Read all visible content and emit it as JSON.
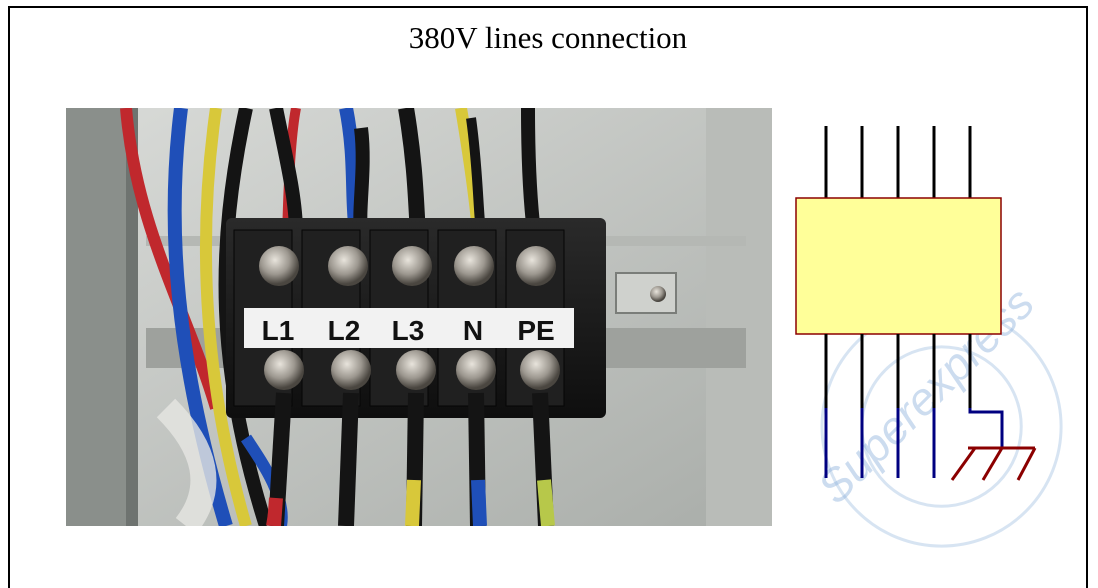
{
  "title": "380V lines connection",
  "terminal_block": {
    "labels": [
      "L1",
      "L2",
      "L3",
      "N",
      "PE"
    ]
  },
  "watermark": {
    "text": "Superexpress",
    "color": "#8fb3dc"
  },
  "colors": {
    "schematic_box_fill": "#ffff99",
    "schematic_box_border": "#8b0000",
    "lower_wire": "#000080",
    "ground_symbol": "#8b0000",
    "wire_red": "#c0282d",
    "wire_blue": "#1f4fb8",
    "wire_yellow": "#d8c83a",
    "wire_black": "#141414",
    "terminal_block": "#1a1a1a",
    "enclosure": "#c9ccc9"
  },
  "icons": [
    "ground-icon",
    "terminal-screw-icon"
  ]
}
